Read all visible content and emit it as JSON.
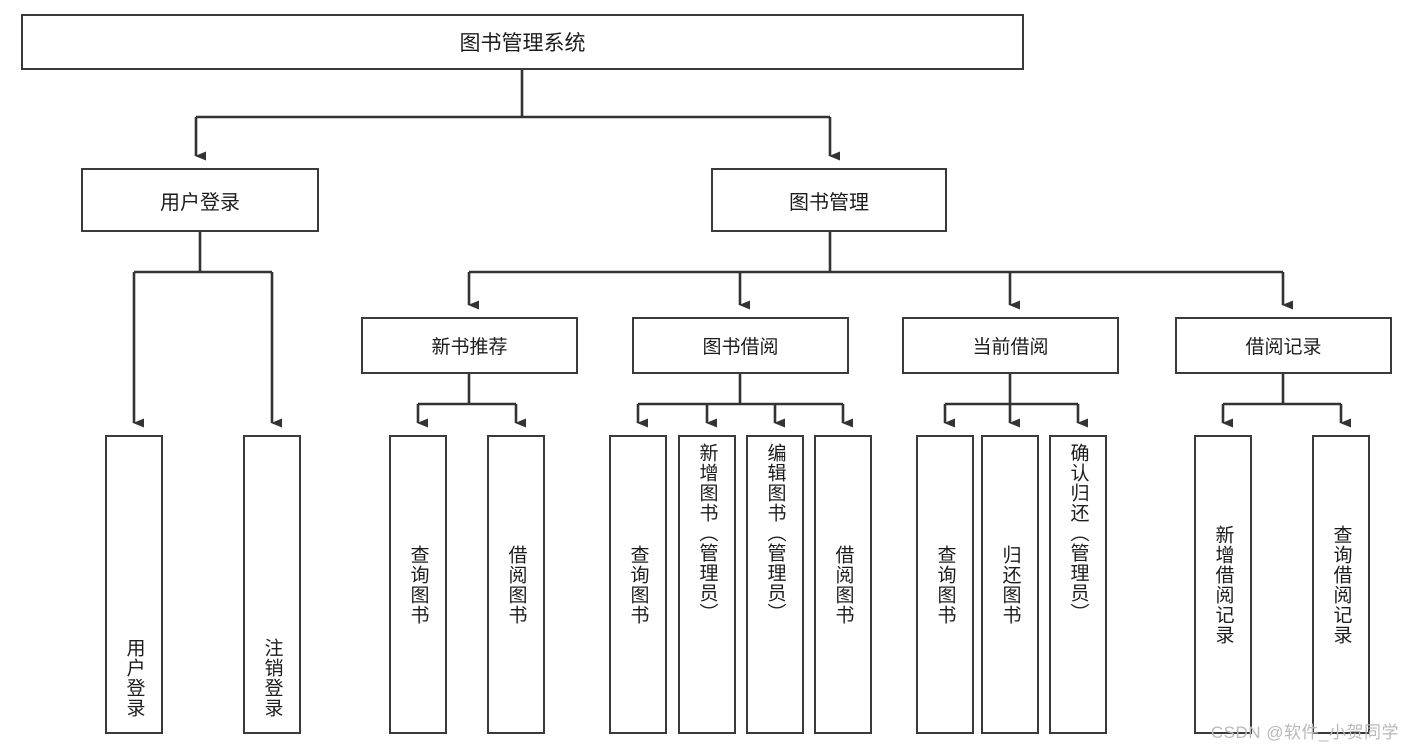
{
  "diagram": {
    "title": "图书管理系统",
    "watermark": "CSDN @软件_小贺同学",
    "colors": {
      "background": "#ffffff",
      "box_border": "#3a3a3a",
      "connector": "#333333",
      "text": "#1c1c1c",
      "watermark": "#b9b9b9"
    },
    "root": {
      "label": "图书管理系统"
    },
    "tier2": [
      {
        "label": "用户登录"
      },
      {
        "label": "图书管理"
      }
    ],
    "tier3": [
      {
        "label": "新书推荐"
      },
      {
        "label": "图书借阅"
      },
      {
        "label": "当前借阅"
      },
      {
        "label": "借阅记录"
      }
    ],
    "leaves": {
      "user_login": [
        {
          "label": "用户登录"
        },
        {
          "label": "注销登录"
        }
      ],
      "new_book_recommend": [
        {
          "label": "查询图书"
        },
        {
          "label": "借阅图书"
        }
      ],
      "book_borrow": [
        {
          "label": "查询图书"
        },
        {
          "label": "新增图书（管理员）"
        },
        {
          "label": "编辑图书（管理员）"
        },
        {
          "label": "借阅图书"
        }
      ],
      "current_borrow": [
        {
          "label": "查询图书"
        },
        {
          "label": "归还图书"
        },
        {
          "label": "确认归还（管理员）"
        }
      ],
      "borrow_record": [
        {
          "label": "新增借阅记录"
        },
        {
          "label": "查询借阅记录"
        }
      ]
    }
  }
}
